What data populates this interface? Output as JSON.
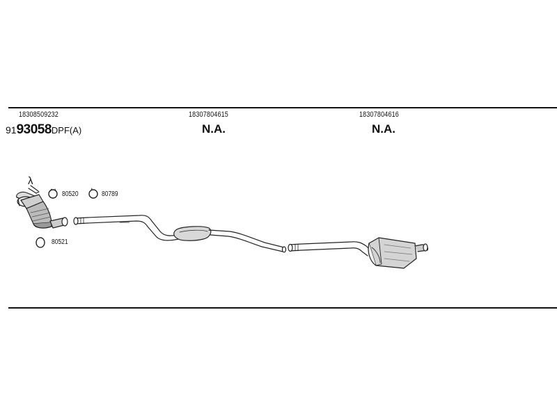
{
  "header": {
    "col1": {
      "part_number": "18308509232",
      "code_prefix": "91",
      "code_main": "93058",
      "code_suffix": "DPF(A)"
    },
    "col2": {
      "part_number": "18307804615",
      "status": "N.A."
    },
    "col3": {
      "part_number": "18307804616",
      "status": "N.A."
    }
  },
  "parts": {
    "lambda_symbol": "λ",
    "clamp_1": "80520",
    "clamp_2": "80789",
    "gasket": "80521"
  }
}
